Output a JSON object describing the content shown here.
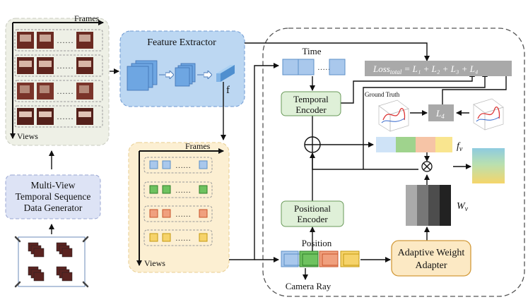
{
  "frames_panel": {
    "frames_label": "Frames",
    "views_label": "Views"
  },
  "generator": {
    "lines": [
      "Multi-View",
      "Temporal Sequence",
      "Data Generator"
    ]
  },
  "feature_extractor": {
    "title": "Feature Extractor",
    "output_symbol": "f"
  },
  "grid_panel": {
    "frames_label": "Frames",
    "views_label": "Views"
  },
  "time_label": "Time",
  "temporal_encoder": {
    "lines": [
      "Temporal",
      "Encoder"
    ]
  },
  "positional_encoder": {
    "lines": [
      "Positional",
      "Encoder"
    ]
  },
  "position_label": "Position",
  "camera_ray_label": "Camera Ray",
  "adapter": {
    "lines": [
      "Adaptive Weight",
      "Adapter"
    ]
  },
  "loss": {
    "text": "Loss",
    "subscript": "total",
    "rest": " = L₁ + L₂ + L₃ + L₄"
  },
  "ground_truth_label": "Ground Truth",
  "l4_label": "L",
  "l4_sub": "4",
  "fv_label": "f",
  "fv_sub": "v",
  "wv_label": "W",
  "wv_sub": "v",
  "colors": {
    "blue": "#a9c8ec",
    "green": "#6ec25f",
    "orange": "#f0a07e",
    "yellow": "#f6d36a",
    "encoder_fill": "#dff0d8",
    "adapter_fill": "#fce9c4",
    "fe_fill": "#bcd7f2",
    "generator_fill": "#dde3f5",
    "grid_fill": "#fcefd2",
    "frames_fill": "#eef0e6",
    "loss_fill": "#a9a9a9"
  }
}
